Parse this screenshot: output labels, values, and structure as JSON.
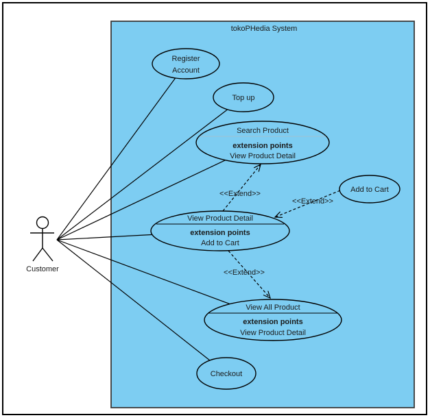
{
  "diagram_title": "tokoPHedia System",
  "actor": {
    "label": "Customer"
  },
  "usecases": {
    "register_account": {
      "line1": "Register",
      "line2": "Account"
    },
    "top_up": {
      "label": "Top up"
    },
    "search_product": {
      "label": "Search Product",
      "ep_header": "extension points",
      "ep_value": "View Product Detail"
    },
    "add_to_cart": {
      "label": "Add to Cart"
    },
    "view_product_detail": {
      "label": "View Product Detail",
      "ep_header": "extension points",
      "ep_value": "Add to Cart"
    },
    "view_all_product": {
      "label": "View All Product",
      "ep_header": "extension points",
      "ep_value": "View Product Detail"
    },
    "checkout": {
      "label": "Checkout"
    }
  },
  "relations": {
    "extend_vpd_to_search": "<<Extend>>",
    "extend_addtocart_to_vpd": "<<Extend>>",
    "extend_vpd_to_viewall": "<<Extend>>"
  },
  "colors": {
    "system_fill": "#7DCDF2",
    "shape_stroke": "#000000",
    "boundary_stroke": "#3A3A3A",
    "text": "#1A1A1A",
    "light_separator": "#9EC1D2"
  }
}
